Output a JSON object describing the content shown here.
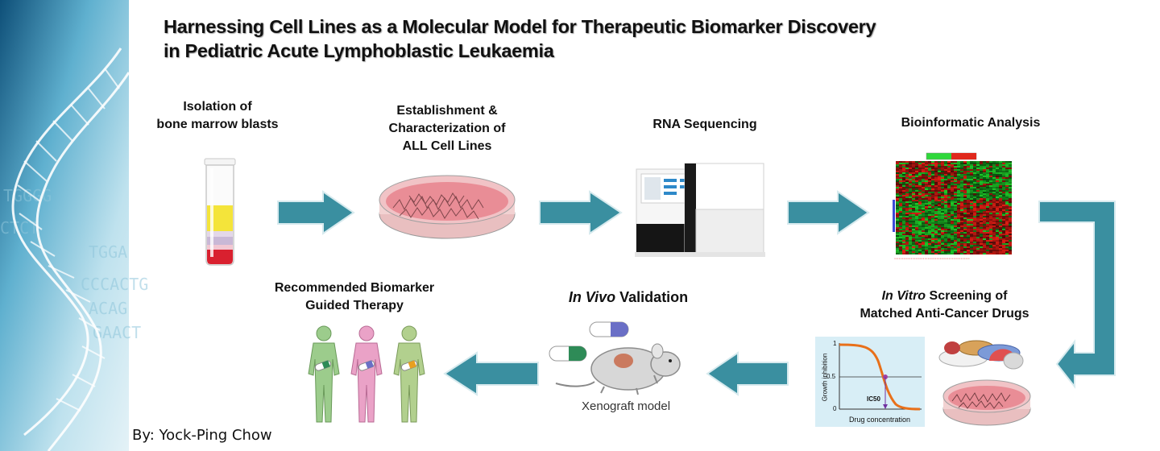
{
  "title": {
    "line1": "Harnessing Cell Lines as a Molecular Model for Therapeutic Biomarker Discovery",
    "line2": "in Pediatric Acute Lymphoblastic Leukaemia"
  },
  "steps": {
    "isolation": {
      "line1": "Isolation of",
      "line2": "bone marrow blasts"
    },
    "establishment": {
      "line1": "Establishment  &",
      "line2": "Characterization of",
      "line3": "ALL Cell Lines"
    },
    "rna": {
      "line1": "RNA Sequencing"
    },
    "bioinformatic": {
      "line1": "Bioinformatic Analysis"
    },
    "invitro": {
      "italic": "In Vitro",
      "rest": " Screening of",
      "line2": "Matched Anti-Cancer Drugs"
    },
    "invivo": {
      "italic": "In Vivo",
      "rest": " Validation"
    },
    "recommended": {
      "line1": "Recommended Biomarker",
      "line2": "Guided Therapy"
    }
  },
  "ic50_chart": {
    "ylabel": "Growth inhibition",
    "xlabel": "Drug concentration",
    "ticks": [
      "1",
      "0.5",
      "0"
    ],
    "marker": "IC50"
  },
  "xenograft_label": "Xenograft model",
  "byline": "By: Yock-Ping Chow",
  "colors": {
    "arrow": "#3a8fa0",
    "arrow_border": "#d7eaee",
    "heat_red": "#e0281c",
    "heat_green": "#2fd83a"
  }
}
